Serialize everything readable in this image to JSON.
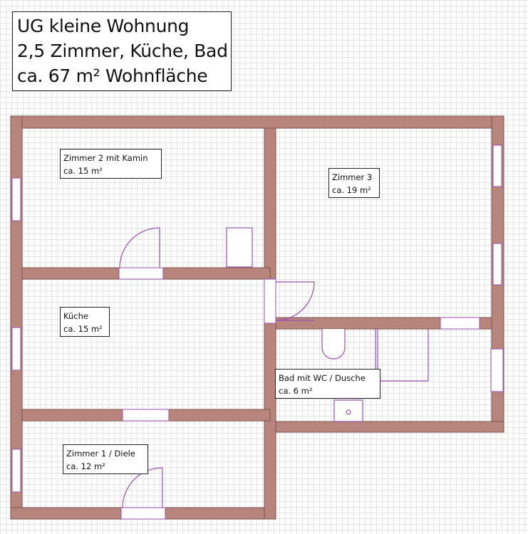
{
  "title": {
    "line1": "UG kleine Wohnung",
    "line2": "2,5 Zimmer, Küche, Bad",
    "line3": "ca. 67 m² Wohnfläche"
  },
  "rooms": {
    "zimmer2": {
      "name": "Zimmer 2 mit Kamin",
      "area": "ca. 15 m²"
    },
    "zimmer3": {
      "name": "Zimmer 3",
      "area": "ca. 19 m²"
    },
    "kueche": {
      "name": "Küche",
      "area": "ca. 15 m²"
    },
    "bad": {
      "name": "Bad mit WC / Dusche",
      "area": "ca. 6 m²"
    },
    "zimmer1": {
      "name": "Zimmer 1 / Diele",
      "area": "ca. 12 m²"
    }
  },
  "colors": {
    "wall": "#b8857d",
    "wall_outline": "#7a5550",
    "fixture": "#9a4fb0",
    "grid": "#e3e3e3"
  }
}
